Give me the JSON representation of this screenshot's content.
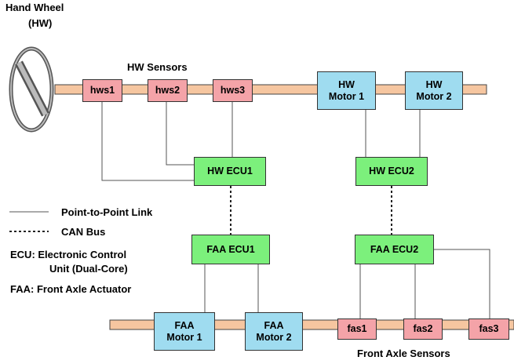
{
  "title": {
    "hand_wheel": "Hand Wheel",
    "hw_abbrev": "(HW)",
    "hw_sensors": "HW Sensors",
    "front_axle_sensors": "Front Axle Sensors"
  },
  "sensors_top": [
    "hws1",
    "hws2",
    "hws3"
  ],
  "motors_top": [
    {
      "line1": "HW",
      "line2": "Motor 1"
    },
    {
      "line1": "HW",
      "line2": "Motor 2"
    }
  ],
  "ecus": {
    "hw_ecu1": "HW ECU1",
    "hw_ecu2": "HW ECU2",
    "faa_ecu1": "FAA ECU1",
    "faa_ecu2": "FAA ECU2"
  },
  "motors_bottom": [
    {
      "line1": "FAA",
      "line2": "Motor 1"
    },
    {
      "line1": "FAA",
      "line2": "Motor 2"
    }
  ],
  "sensors_bottom": [
    "fas1",
    "fas2",
    "fas3"
  ],
  "legend": {
    "ptp": "Point-to-Point Link",
    "can": "CAN Bus",
    "ecu_line1": "ECU: Electronic Control",
    "ecu_line2": "Unit (Dual-Core)",
    "faa": "FAA: Front Axle Actuator"
  },
  "colors": {
    "sensor": "#f4a3a8",
    "motor": "#9fdcf0",
    "ecu": "#7cf07c",
    "bus_bar": "#f6c6a0"
  }
}
